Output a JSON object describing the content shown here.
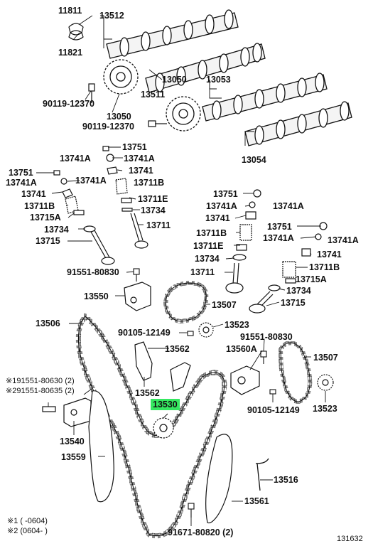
{
  "labels": {
    "p11811": "11811",
    "p13512": "13512",
    "p11821": "11821",
    "p13050a": "13050",
    "p13053": "13053",
    "p13511": "13511",
    "p90119a": "90119-12370",
    "p13050b": "13050",
    "p90119b": "90119-12370",
    "p13054": "13054",
    "p13751a": "13751",
    "p13741Aa": "13741A",
    "p13741Ab": "13741A",
    "p13751b": "13751",
    "p13741a": "13741",
    "p13741Ac": "13741A",
    "p13741Ad": "13741A",
    "p13711Ba": "13711B",
    "p13741b": "13741",
    "p13711Ea": "13711E",
    "p13711Bb": "13711B",
    "p13734a": "13734",
    "p13715Aa": "13715A",
    "p13711a": "13711",
    "p13734b": "13734",
    "p13715a": "13715",
    "p13751c": "13751",
    "p13741Ae": "13741A",
    "p13741Af": "13741A",
    "p13741c": "13741",
    "p13751d": "13751",
    "p13711Bc": "13711B",
    "p13741Ag": "13741A",
    "p13741Ah": "13741A",
    "p13711Eb": "13711E",
    "p13741d": "13741",
    "p13734c": "13734",
    "p13711Bd": "13711B",
    "p13711b": "13711",
    "p13715Ab": "13715A",
    "p13734d": "13734",
    "p13715b": "13715",
    "p91551a": "91551-80830",
    "p13550": "13550",
    "p13507a": "13507",
    "p13506": "13506",
    "p90105a": "90105-12149",
    "p13523a": "13523",
    "p91551b": "91551-80830",
    "p13562a": "13562",
    "p13560A": "13560A",
    "p13507b": "13507",
    "p13562b": "13562",
    "p13530": "13530",
    "p13540": "13540",
    "p90105b": "90105-12149",
    "p13523b": "13523",
    "p13559": "13559",
    "p13516": "13516",
    "p13561": "13561",
    "p91671": "91671-80820 (2)"
  },
  "notes": {
    "n1": "※191551-80630 (2)",
    "n2": "※291551-80635 (2)",
    "f1": "※1 (      -0604)",
    "f2": "※2 (0604-      )"
  },
  "ref_code": "131632"
}
